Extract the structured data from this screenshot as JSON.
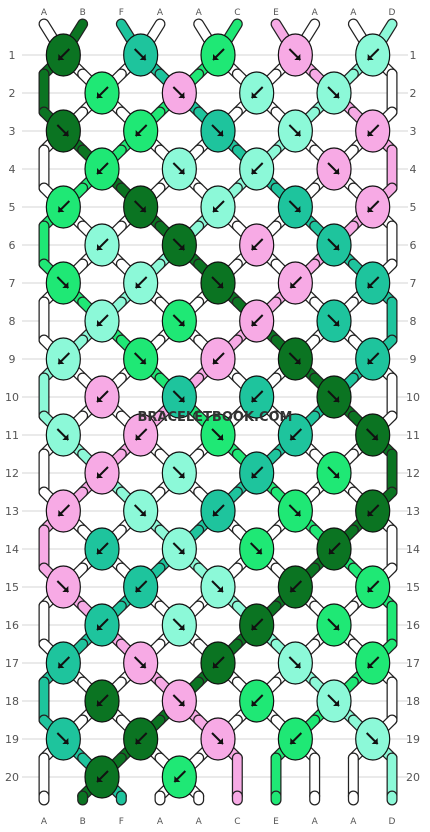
{
  "site": {
    "watermark": "BRACELETBOOK.COM"
  },
  "colors": {
    "A": "#ffffff",
    "B": "#0b7422",
    "C": "#1fe875",
    "D": "#8cf9d8",
    "E": "#f7aae5",
    "F": "#1ec49d"
  },
  "strings_top": [
    "A",
    "B",
    "F",
    "A",
    "A",
    "C",
    "E",
    "A",
    "A",
    "D"
  ],
  "strings_bottom": [
    "A",
    "B",
    "F",
    "A",
    "A",
    "C",
    "E",
    "A",
    "A",
    "D"
  ],
  "row_numbers": [
    "1",
    "2",
    "3",
    "4",
    "5",
    "6",
    "7",
    "8",
    "9",
    "10",
    "11",
    "12",
    "13",
    "14",
    "15",
    "16",
    "17",
    "18",
    "19",
    "20"
  ],
  "knots": [
    [
      {
        "c": "B",
        "d": "bl"
      },
      {
        "c": "F",
        "d": "br"
      },
      {
        "c": "C",
        "d": "bl"
      },
      {
        "c": "E",
        "d": "br"
      },
      {
        "c": "D",
        "d": "bl"
      }
    ],
    [
      {
        "c": "C",
        "d": "bl"
      },
      {
        "c": "E",
        "d": "br"
      },
      {
        "c": "D",
        "d": "bl"
      },
      {
        "c": "D",
        "d": "br"
      }
    ],
    [
      {
        "c": "B",
        "d": "br"
      },
      {
        "c": "C",
        "d": "bl"
      },
      {
        "c": "F",
        "d": "br"
      },
      {
        "c": "D",
        "d": "br"
      },
      {
        "c": "E",
        "d": "bl"
      }
    ],
    [
      {
        "c": "C",
        "d": "bl"
      },
      {
        "c": "D",
        "d": "br"
      },
      {
        "c": "D",
        "d": "bl"
      },
      {
        "c": "E",
        "d": "br"
      }
    ],
    [
      {
        "c": "C",
        "d": "bl"
      },
      {
        "c": "B",
        "d": "br"
      },
      {
        "c": "D",
        "d": "bl"
      },
      {
        "c": "F",
        "d": "br"
      },
      {
        "c": "E",
        "d": "bl"
      }
    ],
    [
      {
        "c": "D",
        "d": "bl"
      },
      {
        "c": "B",
        "d": "br"
      },
      {
        "c": "E",
        "d": "bl"
      },
      {
        "c": "F",
        "d": "br"
      }
    ],
    [
      {
        "c": "C",
        "d": "br"
      },
      {
        "c": "D",
        "d": "bl"
      },
      {
        "c": "B",
        "d": "br"
      },
      {
        "c": "E",
        "d": "bl"
      },
      {
        "c": "F",
        "d": "bl"
      }
    ],
    [
      {
        "c": "D",
        "d": "bl"
      },
      {
        "c": "C",
        "d": "br"
      },
      {
        "c": "E",
        "d": "bl"
      },
      {
        "c": "F",
        "d": "br"
      }
    ],
    [
      {
        "c": "D",
        "d": "bl"
      },
      {
        "c": "C",
        "d": "br"
      },
      {
        "c": "E",
        "d": "bl"
      },
      {
        "c": "B",
        "d": "br"
      },
      {
        "c": "F",
        "d": "bl"
      }
    ],
    [
      {
        "c": "E",
        "d": "bl"
      },
      {
        "c": "F",
        "d": "br"
      },
      {
        "c": "F",
        "d": "bl"
      },
      {
        "c": "B",
        "d": "br"
      }
    ],
    [
      {
        "c": "D",
        "d": "br"
      },
      {
        "c": "E",
        "d": "bl"
      },
      {
        "c": "C",
        "d": "br"
      },
      {
        "c": "F",
        "d": "bl"
      },
      {
        "c": "B",
        "d": "br"
      }
    ],
    [
      {
        "c": "E",
        "d": "bl"
      },
      {
        "c": "D",
        "d": "br"
      },
      {
        "c": "F",
        "d": "bl"
      },
      {
        "c": "C",
        "d": "br"
      }
    ],
    [
      {
        "c": "E",
        "d": "bl"
      },
      {
        "c": "D",
        "d": "br"
      },
      {
        "c": "F",
        "d": "bl"
      },
      {
        "c": "C",
        "d": "br"
      },
      {
        "c": "B",
        "d": "bl"
      }
    ],
    [
      {
        "c": "F",
        "d": "bl"
      },
      {
        "c": "D",
        "d": "br"
      },
      {
        "c": "C",
        "d": "br"
      },
      {
        "c": "B",
        "d": "bl"
      }
    ],
    [
      {
        "c": "E",
        "d": "br"
      },
      {
        "c": "F",
        "d": "bl"
      },
      {
        "c": "D",
        "d": "br"
      },
      {
        "c": "B",
        "d": "bl"
      },
      {
        "c": "C",
        "d": "bl"
      }
    ],
    [
      {
        "c": "F",
        "d": "bl"
      },
      {
        "c": "D",
        "d": "br"
      },
      {
        "c": "B",
        "d": "bl"
      },
      {
        "c": "C",
        "d": "br"
      }
    ],
    [
      {
        "c": "F",
        "d": "bl"
      },
      {
        "c": "E",
        "d": "br"
      },
      {
        "c": "B",
        "d": "bl"
      },
      {
        "c": "D",
        "d": "br"
      },
      {
        "c": "C",
        "d": "bl"
      }
    ],
    [
      {
        "c": "B",
        "d": "bl"
      },
      {
        "c": "E",
        "d": "br"
      },
      {
        "c": "C",
        "d": "bl"
      },
      {
        "c": "D",
        "d": "br"
      }
    ],
    [
      {
        "c": "F",
        "d": "br"
      },
      {
        "c": "B",
        "d": "bl"
      },
      {
        "c": "E",
        "d": "br"
      },
      {
        "c": "C",
        "d": "bl"
      },
      {
        "c": "D",
        "d": "br"
      }
    ],
    [
      {
        "c": "B",
        "d": "bl"
      },
      {
        "c": "C",
        "d": "bl"
      }
    ]
  ]
}
